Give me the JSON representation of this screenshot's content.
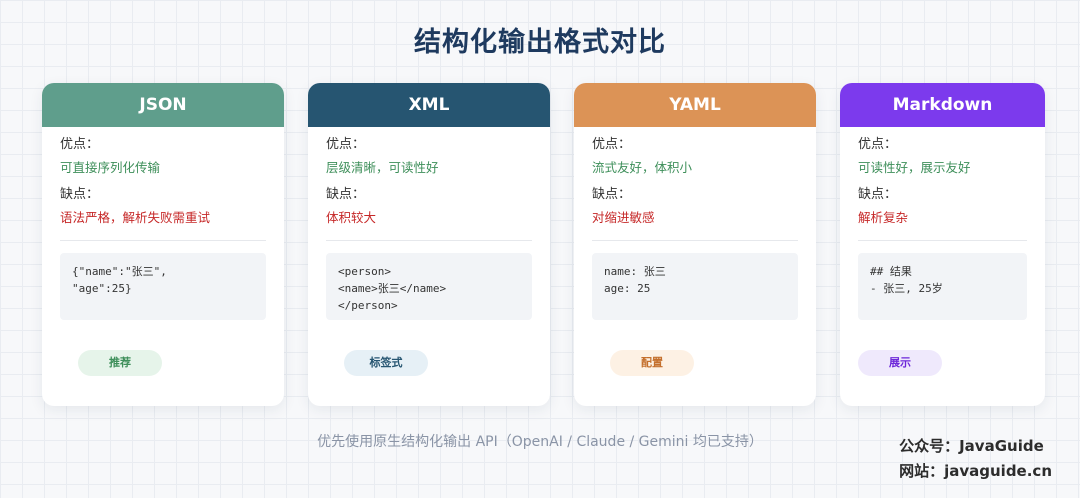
{
  "title": "结构化输出格式对比",
  "cards": [
    {
      "name": "JSON",
      "header_color": "#5f9e8c",
      "pros_label": "优点：",
      "pros": "可直接序列化传输",
      "cons_label": "缺点：",
      "cons": "语法严格，解析失败需重试",
      "code": [
        "{\"name\":\"张三\",",
        "\"age\":25}"
      ],
      "badge": "推荐",
      "badge_bg": "#e6f4ea",
      "badge_color": "#3e8f5a"
    },
    {
      "name": "XML",
      "header_color": "#265571",
      "pros_label": "优点：",
      "pros": "层级清晰，可读性好",
      "cons_label": "缺点：",
      "cons": "体积较大",
      "code": [
        "<person>",
        "<name>张三</name>",
        "</person>"
      ],
      "badge": "标签式",
      "badge_bg": "#e6f0f6",
      "badge_color": "#265571"
    },
    {
      "name": "YAML",
      "header_color": "#dc9356",
      "pros_label": "优点：",
      "pros": "流式友好，体积小",
      "cons_label": "缺点：",
      "cons": "对缩进敏感",
      "code": [
        "name: 张三",
        "age: 25"
      ],
      "badge": "配置",
      "badge_bg": "#fdf1e4",
      "badge_color": "#c46f2c"
    },
    {
      "name": "Markdown",
      "header_color": "#7c3aed",
      "pros_label": "优点：",
      "pros": "可读性好，展示友好",
      "cons_label": "缺点：",
      "cons": "解析复杂",
      "code": [
        "## 结果",
        "- 张三, 25岁"
      ],
      "badge": "展示",
      "badge_bg": "#efe9fc",
      "badge_color": "#6d28d9"
    }
  ],
  "footer": "优先使用原生结构化输出 API（OpenAI / Claude / Gemini 均已支持）",
  "brand": {
    "line1": "公众号：JavaGuide",
    "line2": "网站：javaguide.cn"
  }
}
